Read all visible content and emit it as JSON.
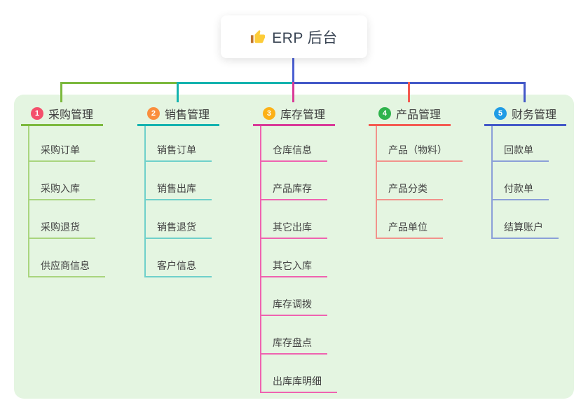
{
  "canvas": {
    "bg": "#ffffff",
    "panel_bg": "#e4f5e1"
  },
  "root": {
    "label": "ERP 后台",
    "icon": "thumbs-up-icon",
    "line_color": "#4b5fd2",
    "text_color": "#3a4554"
  },
  "branches": [
    {
      "badge": "1",
      "badge_color": "#f4506c",
      "color": "#7cb93e",
      "light_color": "#a9d57e",
      "title": "采购管理",
      "children": [
        "采购订单",
        "采购入库",
        "采购退货",
        "供应商信息"
      ]
    },
    {
      "badge": "2",
      "badge_color": "#fa8e3d",
      "color": "#14b3af",
      "light_color": "#6fd0ca",
      "title": "销售管理",
      "children": [
        "销售订单",
        "销售出库",
        "销售退货",
        "客户信息"
      ]
    },
    {
      "badge": "3",
      "badge_color": "#fcb117",
      "color": "#d93a98",
      "light_color": "#ef63b0",
      "title": "库存管理",
      "children": [
        "仓库信息",
        "产品库存",
        "其它出库",
        "其它入库",
        "库存调拨",
        "库存盘点",
        "出库库明细"
      ]
    },
    {
      "badge": "4",
      "badge_color": "#2fb34c",
      "color": "#f45b52",
      "light_color": "#f2928b",
      "title": "产品管理",
      "children": [
        "产品（物料）",
        "产品分类",
        "产品单位"
      ]
    },
    {
      "badge": "5",
      "badge_color": "#209ce5",
      "color": "#4459c8",
      "light_color": "#8b9fd8",
      "title": "财务管理",
      "children": [
        "回款单",
        "付款单",
        "结算账户"
      ]
    }
  ]
}
